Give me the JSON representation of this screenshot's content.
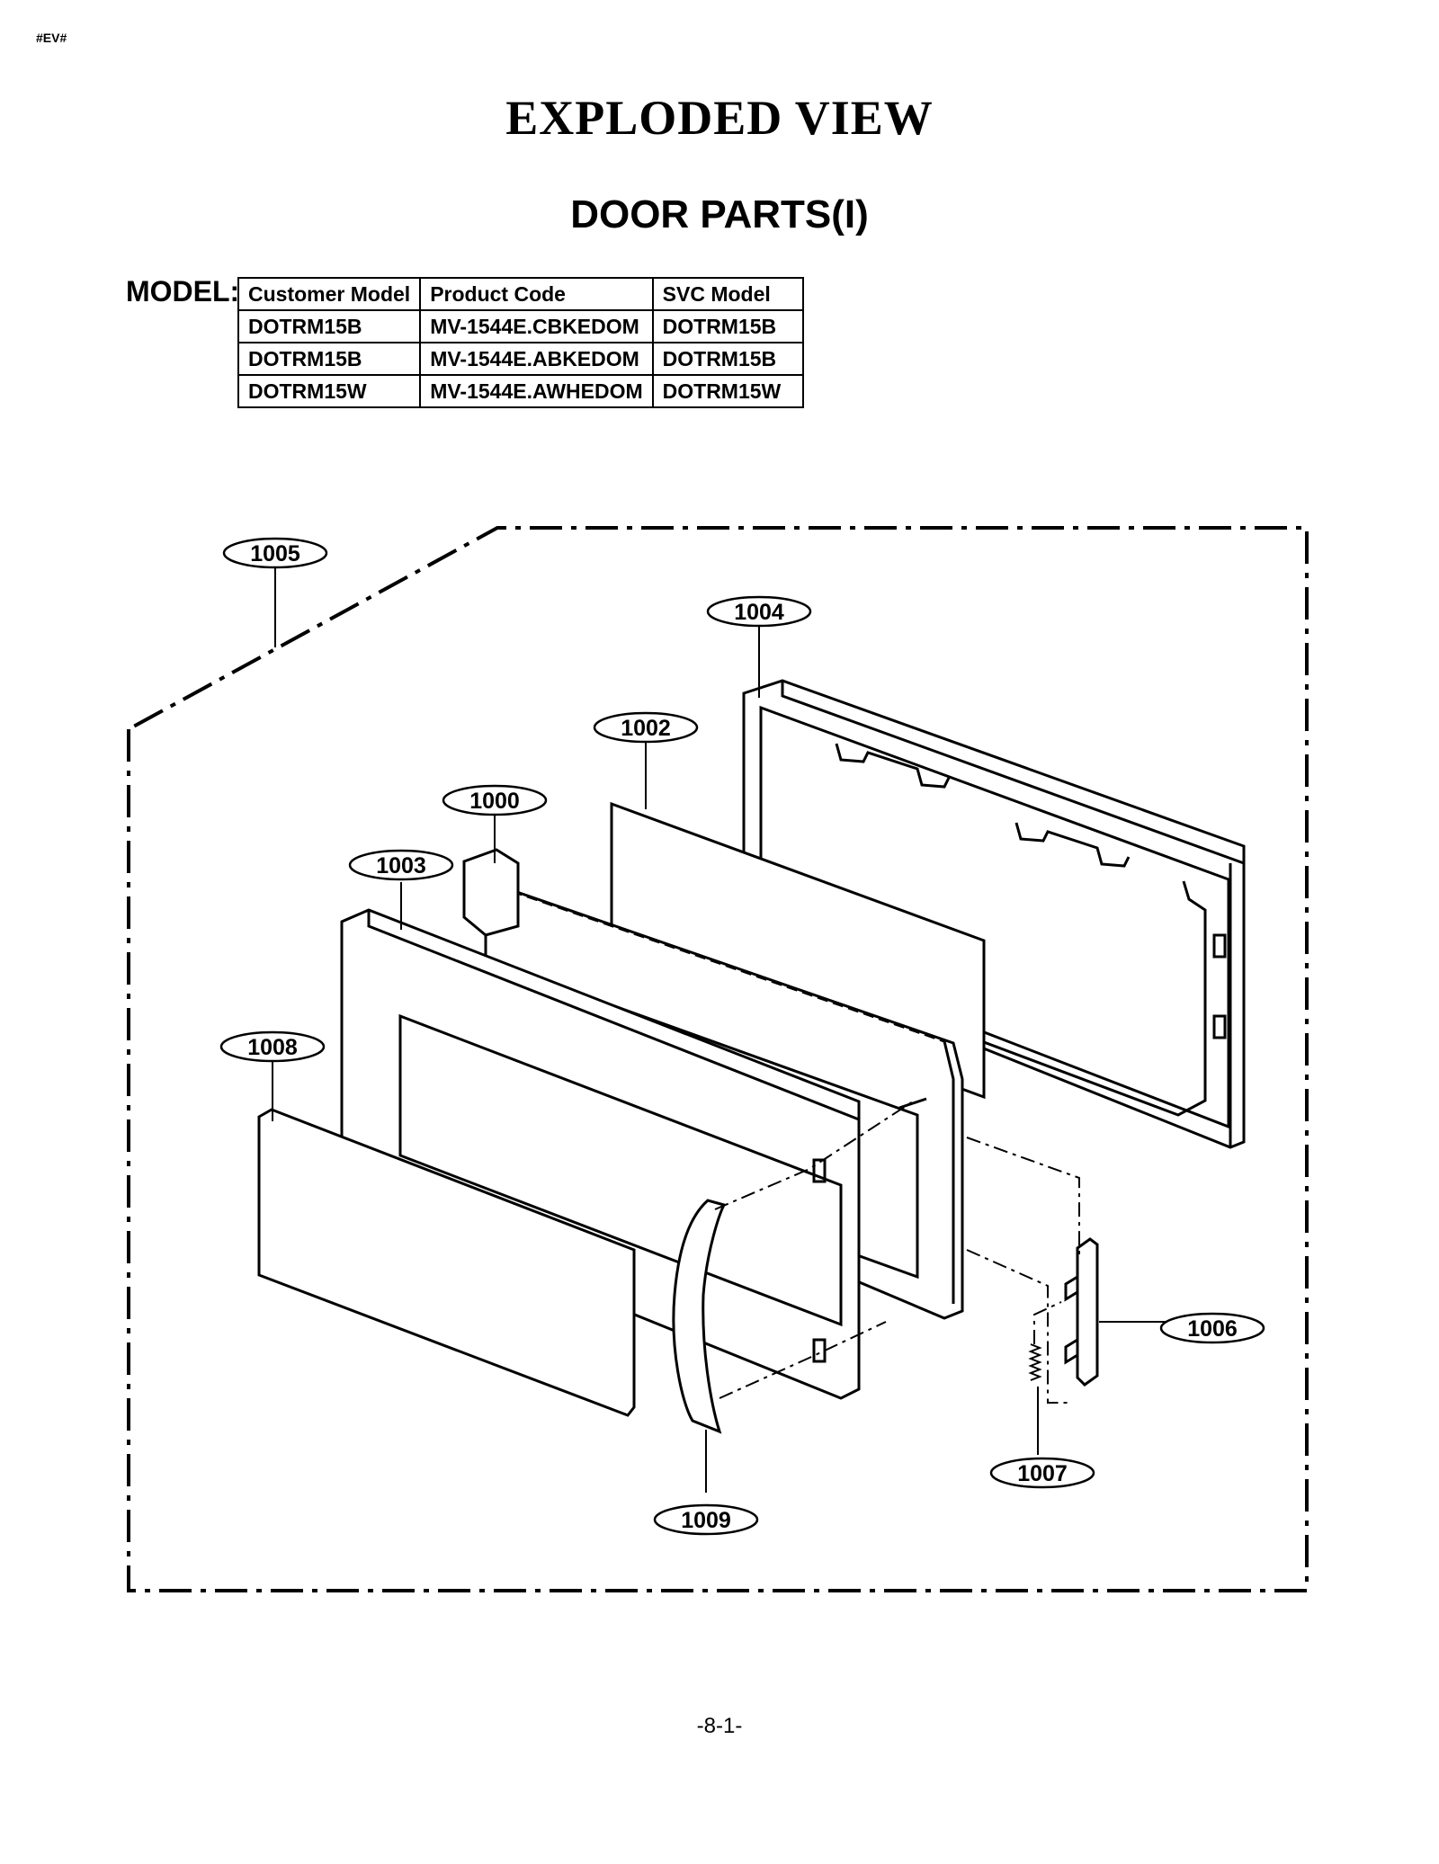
{
  "header": {
    "tag": "#EV#"
  },
  "title": "EXPLODED VIEW",
  "subtitle": "DOOR PARTS(I)",
  "model_table": {
    "label": "MODEL:",
    "columns": [
      "Customer Model",
      "Product Code",
      "SVC Model"
    ],
    "rows": [
      [
        "DOTRM15B",
        "MV-1544E.CBKEDOM",
        "DOTRM15B"
      ],
      [
        "DOTRM15B",
        "MV-1544E.ABKEDOM",
        "DOTRM15B"
      ],
      [
        "DOTRM15W",
        "MV-1544E.AWHEDOM",
        "DOTRM15W"
      ]
    ]
  },
  "callouts": {
    "c1005": "1005",
    "c1004": "1004",
    "c1002": "1002",
    "c1000": "1000",
    "c1003": "1003",
    "c1008": "1008",
    "c1006": "1006",
    "c1007": "1007",
    "c1009": "1009"
  },
  "footer": {
    "page_number": "-8-1-"
  }
}
